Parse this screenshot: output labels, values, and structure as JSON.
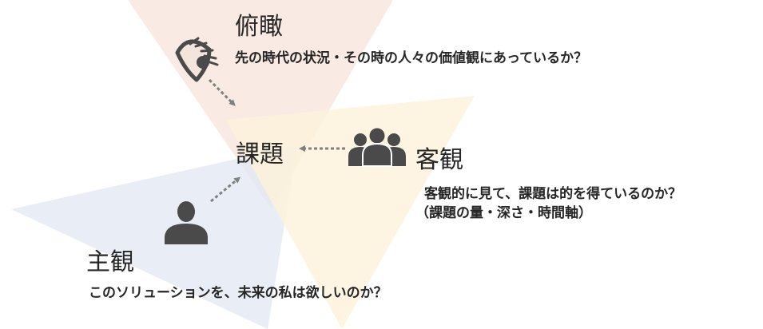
{
  "colors": {
    "fukan_triangle": "#f7e6dc",
    "kyakkan_triangle": "#fdf3da",
    "shukan_triangle": "#e4e8f2",
    "icon": "#4a4a4a",
    "arrow": "#808080",
    "eye_fill": "#f4e5dc"
  },
  "icons": {
    "fukan": "eye-icon",
    "kyakkan": "group-of-people-icon",
    "shukan": "person-icon"
  },
  "perspectives": {
    "fukan": {
      "title": "俯瞰",
      "question": "先の時代の状況・その時の人々の価値観にあっているか？"
    },
    "kadai": {
      "title": "課題"
    },
    "kyakkan": {
      "title": "客観",
      "question": "客観的に見て、課題は的を得ているのか？",
      "sub": "（課題の量・深さ・時間軸）"
    },
    "shukan": {
      "title": "主観",
      "question": "このソリューションを、未来の私は欲しいのか？"
    }
  }
}
